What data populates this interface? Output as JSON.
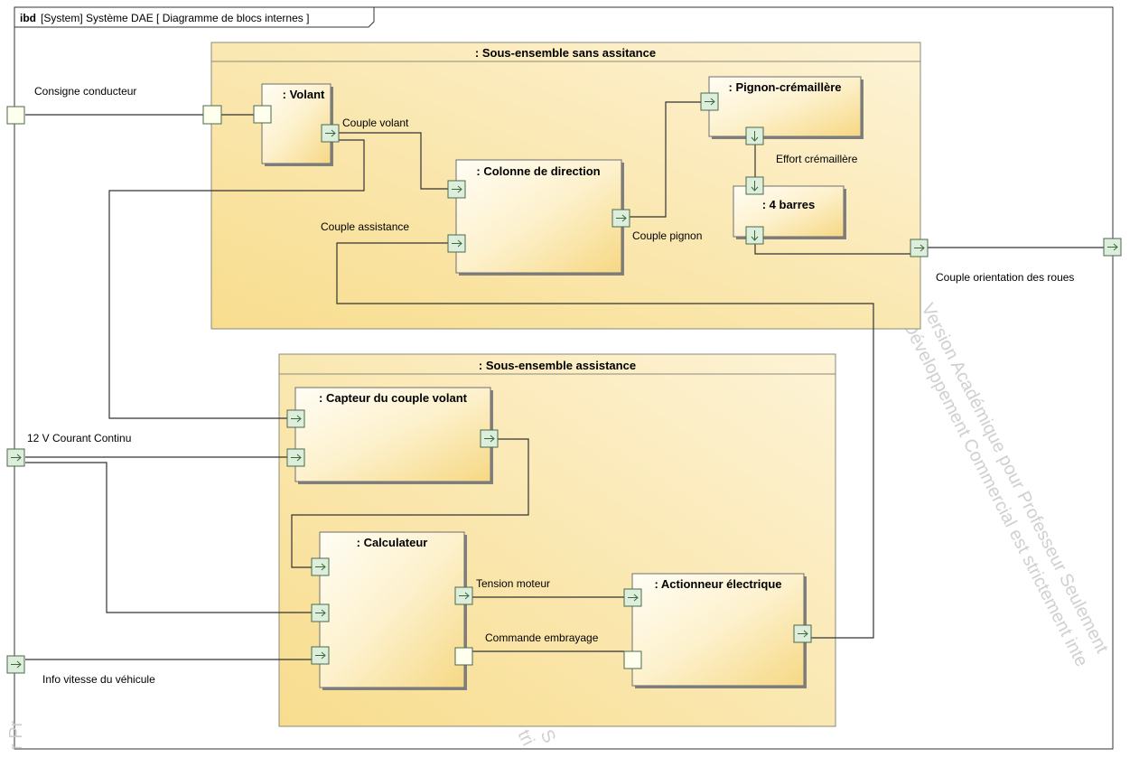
{
  "frame": {
    "keyword": "ibd",
    "text": "[System] Système DAE [ Diagramme de blocs internes ]"
  },
  "blocks": {
    "sans_assistance": ": Sous-ensemble sans assitance",
    "assistance": ": Sous-ensemble assistance",
    "volant": ": Volant",
    "colonne": ": Colonne de direction",
    "pignon": ": Pignon-crémaillère",
    "quatre_barres": ": 4 barres",
    "capteur": ": Capteur du couple volant",
    "calculateur": ": Calculateur",
    "actionneur": ": Actionneur électrique"
  },
  "flows": {
    "consigne": "Consigne conducteur",
    "couple_volant": "Couple volant",
    "couple_assistance": "Couple assistance",
    "couple_pignon": "Couple pignon",
    "effort": "Effort crémaillère",
    "couple_roues": "Couple orientation des roues",
    "courant": "12 V Courant Continu",
    "tension": "Tension moteur",
    "embrayage": "Commande embrayage",
    "vitesse": "Info vitesse du véhicule"
  },
  "watermark": {
    "line1": "Version Académique pour Professeur Seulement",
    "line2": "Développement Commercial est strictement inte",
    "fragment1": "r Pr",
    "fragment2": "S",
    "fragment3": "tri"
  },
  "colors": {
    "block_fill_light": "#fffbe8",
    "block_fill_dark": "#f7dc8a",
    "port_fill": "#ddeedd",
    "port_stroke": "#4a6a4a"
  },
  "icons": {
    "port_in": "right-arrow",
    "port_down": "down-arrow"
  }
}
